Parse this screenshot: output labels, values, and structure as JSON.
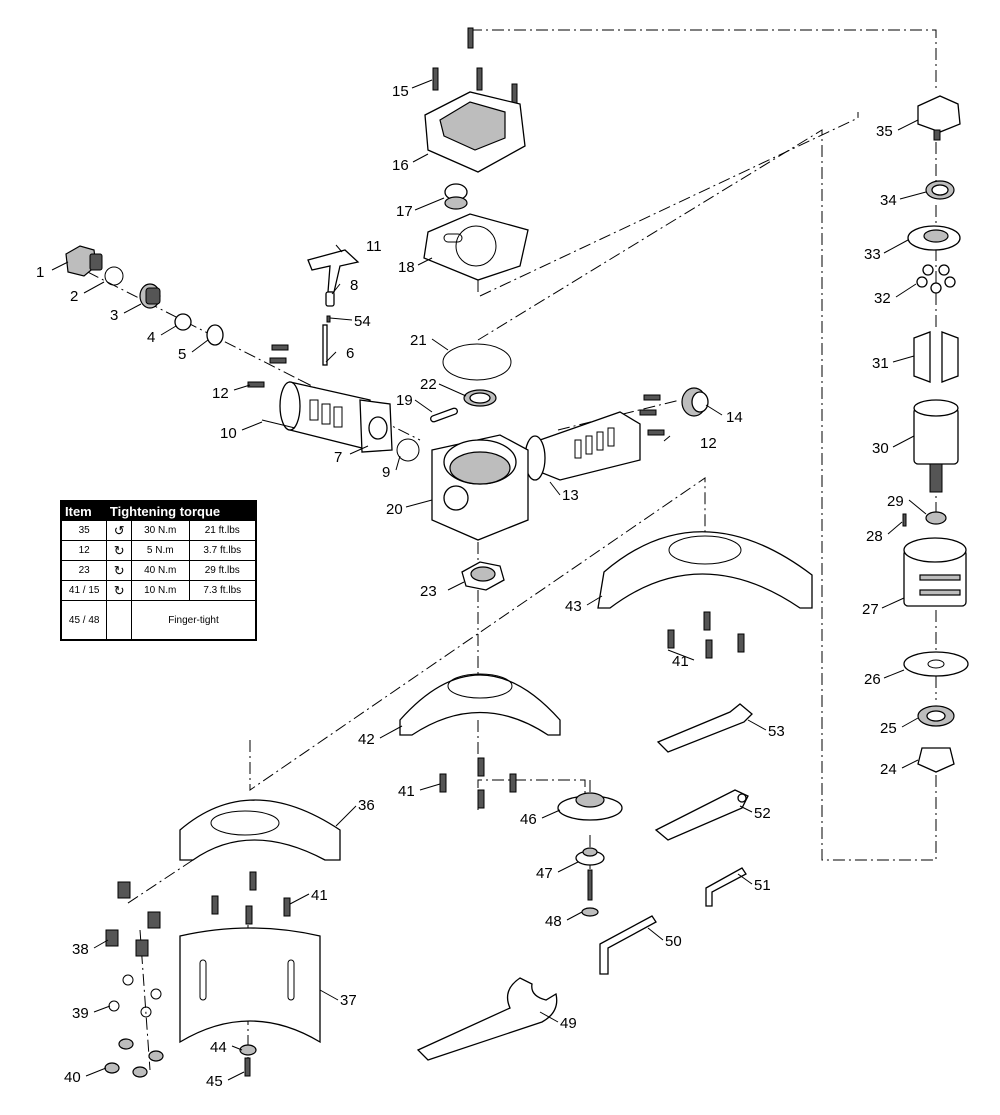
{
  "callouts": [
    "1",
    "2",
    "3",
    "4",
    "5",
    "6",
    "7",
    "8",
    "9",
    "10",
    "11",
    "12",
    "12",
    "13",
    "14",
    "15",
    "16",
    "17",
    "18",
    "19",
    "20",
    "21",
    "22",
    "23",
    "24",
    "25",
    "26",
    "27",
    "28",
    "29",
    "30",
    "31",
    "32",
    "33",
    "34",
    "35",
    "36",
    "37",
    "38",
    "39",
    "40",
    "41",
    "41",
    "41",
    "42",
    "43",
    "44",
    "45",
    "46",
    "47",
    "48",
    "49",
    "50",
    "51",
    "52",
    "53",
    "54"
  ],
  "table": {
    "header": {
      "item": "Item",
      "torque": "Tightening torque"
    },
    "rows": [
      {
        "item": "35",
        "dir": "↺",
        "nm": "30 N.m",
        "ftlbs": "21 ft.lbs"
      },
      {
        "item": "12",
        "dir": "↻",
        "nm": "5 N.m",
        "ftlbs": "3.7 ft.lbs"
      },
      {
        "item": "23",
        "dir": "↻",
        "nm": "40 N.m",
        "ftlbs": "29 ft.lbs"
      },
      {
        "item": "41 / 15",
        "dir": "↻",
        "nm": "10 N.m",
        "ftlbs": "7.3 ft.lbs"
      }
    ],
    "last_row": {
      "item": "45 / 48",
      "note": "Finger-tight"
    }
  }
}
